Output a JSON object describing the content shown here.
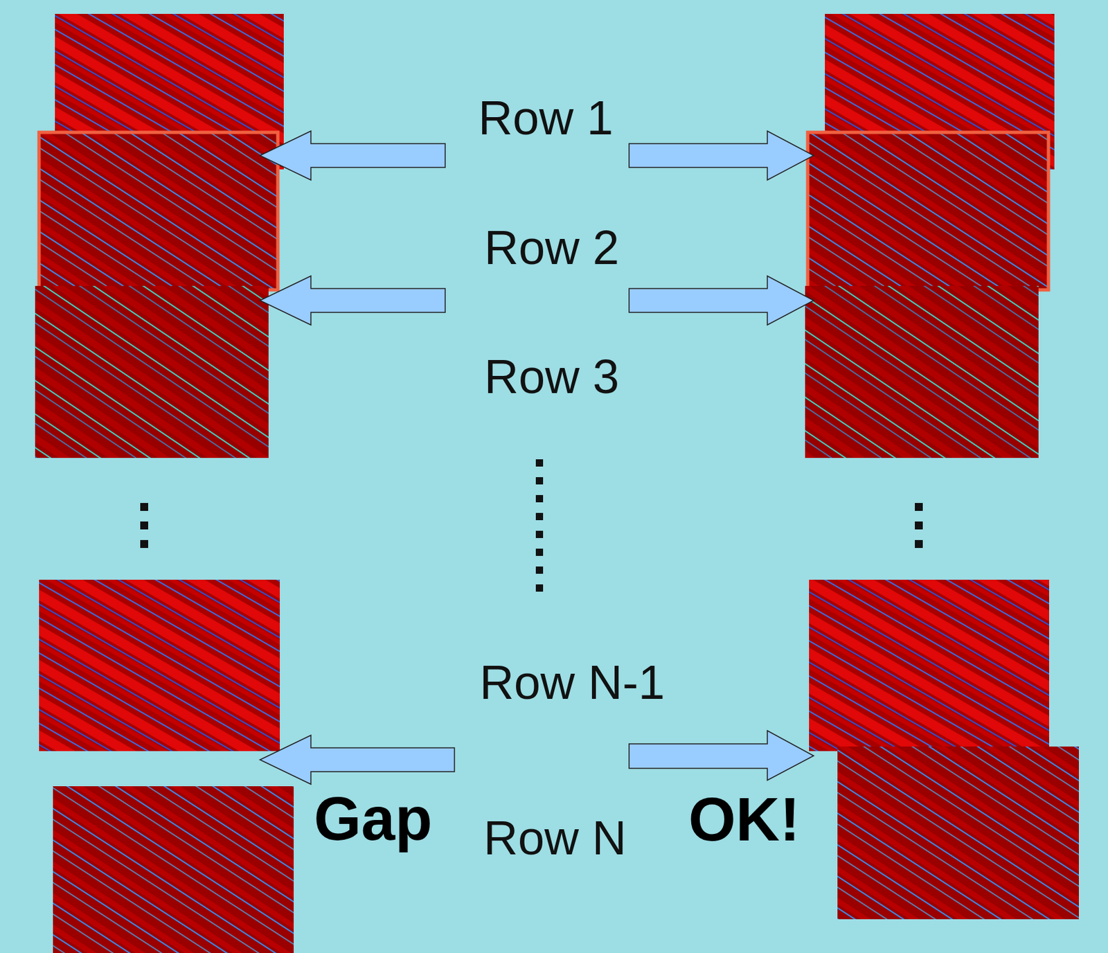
{
  "diagram": {
    "labels": [
      "Row 1",
      "Row 2",
      "Row 3",
      "Row N-1",
      "Row N",
      "Gap",
      "OK!"
    ]
  }
}
